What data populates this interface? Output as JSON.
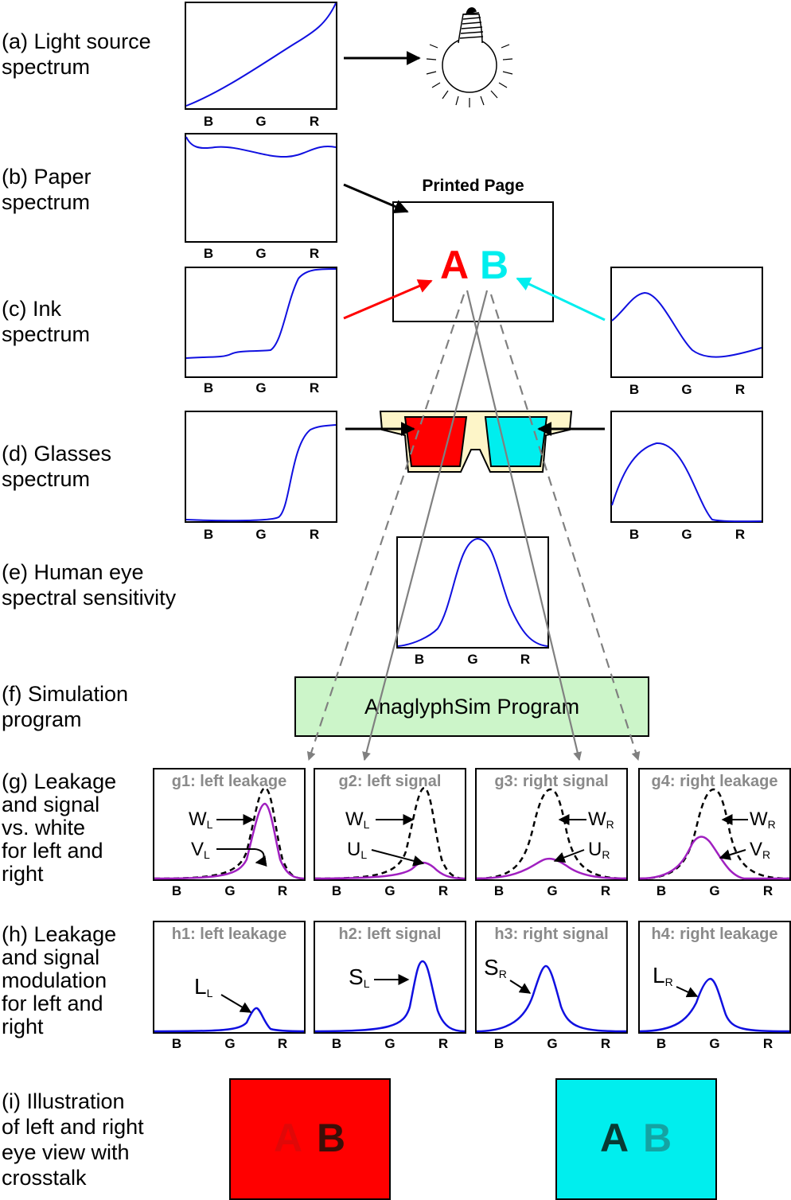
{
  "labels": {
    "a": "(a) Light source\nspectrum",
    "b": "(b) Paper\nspectrum",
    "c": "(c) Ink\nspectrum",
    "d": "(d) Glasses\nspectrum",
    "e": "(e) Human eye\nspectral sensitivity",
    "f": "(f) Simulation\nprogram",
    "g": "(g) Leakage\nand signal\nvs. white\nfor left and\nright",
    "h": "(h) Leakage\nand signal\nmodulation\nfor left and\nright",
    "i": "(i) Illustration\nof left and right\neye view with\ncrosstalk"
  },
  "ticks": {
    "b": "B",
    "g": "G",
    "r": "R"
  },
  "printed_page": {
    "title": "Printed Page",
    "letter_a": "A",
    "letter_b": "B"
  },
  "program": {
    "label": "AnaglyphSim Program"
  },
  "panels_g": [
    {
      "title": "g1: left leakage",
      "ann1": "W",
      "ann1_sub": "L",
      "ann2": "V",
      "ann2_sub": "L"
    },
    {
      "title": "g2: left signal",
      "ann1": "W",
      "ann1_sub": "L",
      "ann2": "U",
      "ann2_sub": "L"
    },
    {
      "title": "g3: right signal",
      "ann1": "W",
      "ann1_sub": "R",
      "ann2": "U",
      "ann2_sub": "R"
    },
    {
      "title": "g4: right leakage",
      "ann1": "W",
      "ann1_sub": "R",
      "ann2": "V",
      "ann2_sub": "R"
    }
  ],
  "panels_h": [
    {
      "title": "h1: left leakage",
      "ann": "L",
      "ann_sub": "L"
    },
    {
      "title": "h2: left signal",
      "ann": "S",
      "ann_sub": "L"
    },
    {
      "title": "h3: right signal",
      "ann": "S",
      "ann_sub": "R"
    },
    {
      "title": "h4: right leakage",
      "ann": "L",
      "ann_sub": "R"
    }
  ],
  "views": {
    "left": {
      "letter_a": "A",
      "letter_b": "B"
    },
    "right": {
      "letter_a": "A",
      "letter_b": "B"
    }
  },
  "colors": {
    "curve": "#1010e0",
    "purple": "#a020c0",
    "red": "#ff0000",
    "cyan": "#00eeee",
    "arrow_gray": "#808080",
    "program_bg": "#ccf5c9",
    "glasses_frame": "#fdf5c8"
  }
}
